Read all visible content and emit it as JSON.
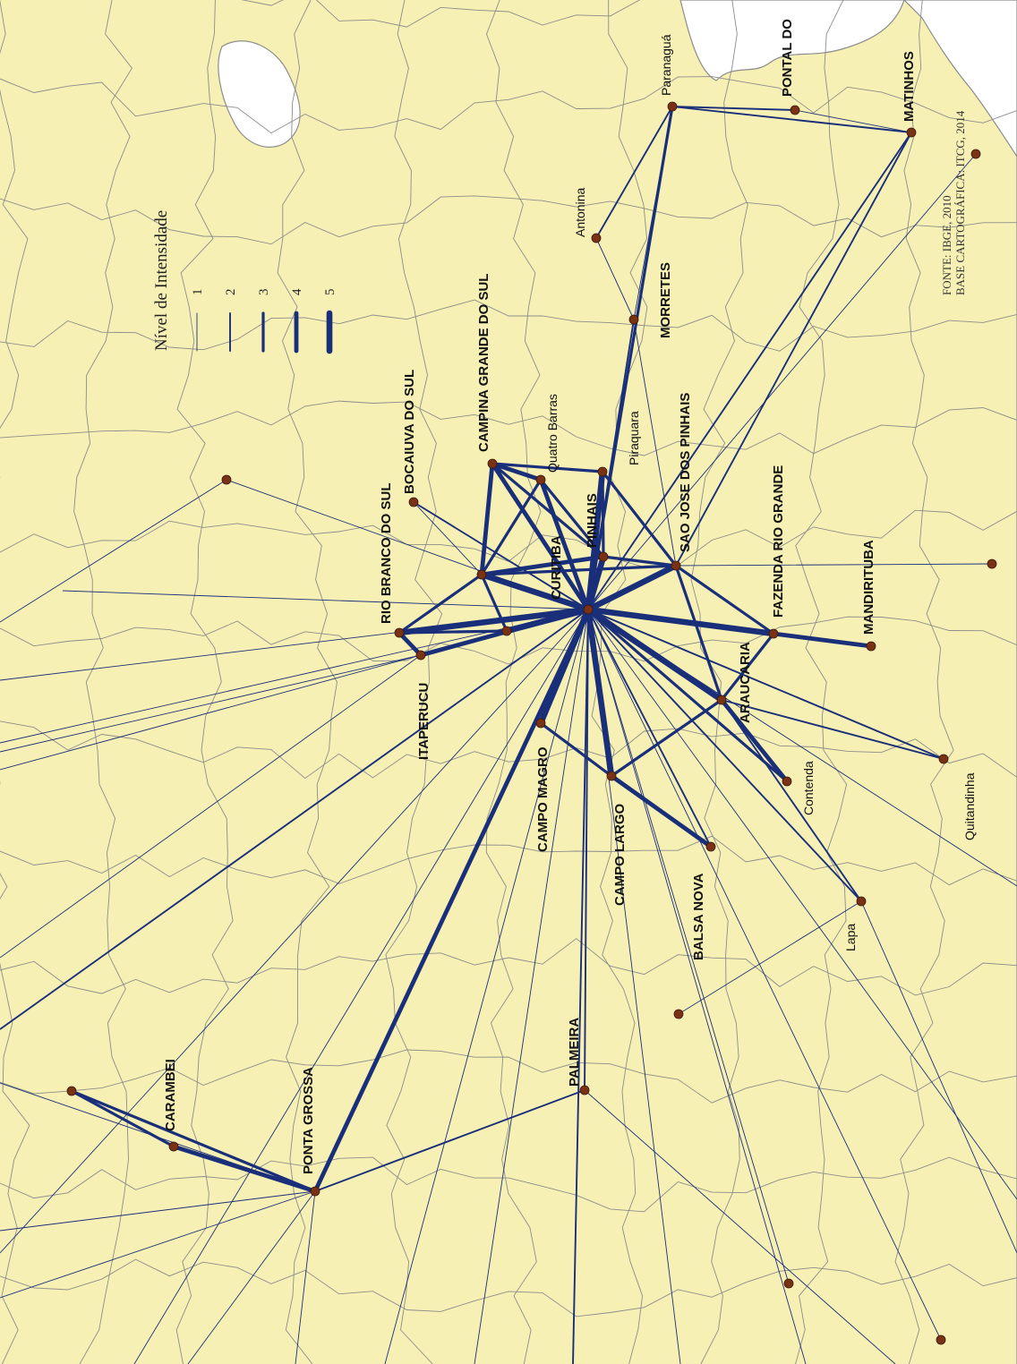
{
  "map": {
    "colors": {
      "land": "#f7f0b4",
      "water": "#ffffff",
      "border": "#8c8c8c",
      "flow": "#1a2f7a",
      "node": "#7a3214"
    },
    "legend": {
      "title": "Nível de Intensidade",
      "levels": [
        "1",
        "2",
        "3",
        "4",
        "5"
      ]
    },
    "source": {
      "line1": "FONTE: IBGE, 2010",
      "line2": "BASE CARTOGRÁFICA: ITCG, 2014"
    },
    "cities": [
      {
        "id": "curitiba",
        "label": "CURITIBA"
      },
      {
        "id": "pinhais",
        "label": "PINHAIS"
      },
      {
        "id": "piraquara",
        "label": "Piraquara"
      },
      {
        "id": "quatro-barras",
        "label": "Quatro Barras"
      },
      {
        "id": "campina-grande",
        "label": "CAMPINA GRANDE DO SUL"
      },
      {
        "id": "bocaiuva",
        "label": "BOCAIUVA DO SUL"
      },
      {
        "id": "rio-branco",
        "label": "RIO BRANCO DO SUL"
      },
      {
        "id": "itaperucu",
        "label": "ITAPERUCU"
      },
      {
        "id": "campo-magro",
        "label": "CAMPO MAGRO"
      },
      {
        "id": "campo-largo",
        "label": "CAMPO LARGO"
      },
      {
        "id": "balsa-nova",
        "label": "BALSA NOVA"
      },
      {
        "id": "araucaria",
        "label": "ARAUCARIA"
      },
      {
        "id": "contenda",
        "label": "Contenda"
      },
      {
        "id": "fazenda-rio-grande",
        "label": "FAZENDA RIO GRANDE"
      },
      {
        "id": "mandirituba",
        "label": "MANDIRITUBA"
      },
      {
        "id": "quitandinha",
        "label": "Quitandinha"
      },
      {
        "id": "lapa",
        "label": "Lapa"
      },
      {
        "id": "sao-jose",
        "label": "SAO JOSE DOS PINHAIS"
      },
      {
        "id": "morretes",
        "label": "MORRETES"
      },
      {
        "id": "antonina",
        "label": "Antonina"
      },
      {
        "id": "paranagua",
        "label": "Paranaguá"
      },
      {
        "id": "pontal",
        "label": "PONTAL DO"
      },
      {
        "id": "matinhos",
        "label": "MATINHOS"
      },
      {
        "id": "palmeira",
        "label": "PALMEIRA"
      },
      {
        "id": "ponta-grossa",
        "label": "PONTA GROSSA"
      },
      {
        "id": "carambei",
        "label": "CARAMBEI"
      },
      {
        "id": "almirante-tamandare",
        "label": ""
      },
      {
        "id": "colombo",
        "label": ""
      },
      {
        "id": "n-cerro-azul",
        "label": ""
      },
      {
        "id": "n-tunas",
        "label": ""
      },
      {
        "id": "n-guaratuba",
        "label": ""
      },
      {
        "id": "n-porto-amazonas",
        "label": ""
      },
      {
        "id": "n-castro",
        "label": ""
      },
      {
        "id": "n-south-1",
        "label": ""
      },
      {
        "id": "n-south-2",
        "label": ""
      }
    ],
    "flows": [
      [
        "curitiba",
        "rio-branco",
        5
      ],
      [
        "curitiba",
        "itaperucu",
        4
      ],
      [
        "curitiba",
        "campo-magro",
        5
      ],
      [
        "curitiba",
        "campo-largo",
        5
      ],
      [
        "curitiba",
        "araucaria",
        5
      ],
      [
        "curitiba",
        "fazenda-rio-grande",
        5
      ],
      [
        "curitiba",
        "sao-jose",
        5
      ],
      [
        "curitiba",
        "pinhais",
        5
      ],
      [
        "curitiba",
        "piraquara",
        5
      ],
      [
        "curitiba",
        "quatro-barras",
        4
      ],
      [
        "curitiba",
        "campina-grande",
        4
      ],
      [
        "curitiba",
        "colombo",
        5
      ],
      [
        "curitiba",
        "almirante-tamandare",
        5
      ],
      [
        "curitiba",
        "ponta-grossa",
        4
      ],
      [
        "curitiba",
        "mandirituba",
        3
      ],
      [
        "curitiba",
        "contenda",
        3
      ],
      [
        "curitiba",
        "balsa-nova",
        2
      ],
      [
        "curitiba",
        "bocaiuva",
        2
      ],
      [
        "curitiba",
        "paranagua",
        3
      ],
      [
        "curitiba",
        "morretes",
        2
      ],
      [
        "curitiba",
        "lapa",
        2
      ],
      [
        "curitiba",
        "palmeira",
        2
      ],
      [
        "curitiba",
        "quitandinha",
        2
      ],
      [
        "curitiba",
        "matinhos",
        2
      ],
      [
        "colombo",
        "campina-grande",
        4
      ],
      [
        "colombo",
        "pinhais",
        4
      ],
      [
        "colombo",
        "quatro-barras",
        3
      ],
      [
        "colombo",
        "rio-branco",
        3
      ],
      [
        "colombo",
        "almirante-tamandare",
        3
      ],
      [
        "colombo",
        "sao-jose",
        3
      ],
      [
        "pinhais",
        "sao-jose",
        3
      ],
      [
        "pinhais",
        "piraquara",
        3
      ],
      [
        "piraquara",
        "sao-jose",
        3
      ],
      [
        "quatro-barras",
        "campina-grande",
        4
      ],
      [
        "campina-grande",
        "piraquara",
        3
      ],
      [
        "quatro-barras",
        "pinhais",
        3
      ],
      [
        "campina-grande",
        "pinhais",
        3
      ],
      [
        "rio-branco",
        "itaperucu",
        4
      ],
      [
        "rio-branco",
        "almirante-tamandare",
        3
      ],
      [
        "sao-jose",
        "fazenda-rio-grande",
        3
      ],
      [
        "sao-jose",
        "araucaria",
        3
      ],
      [
        "sao-jose",
        "morretes",
        1
      ],
      [
        "fazenda-rio-grande",
        "mandirituba",
        4
      ],
      [
        "fazenda-rio-grande",
        "araucaria",
        3
      ],
      [
        "araucaria",
        "contenda",
        4
      ],
      [
        "araucaria",
        "campo-largo",
        3
      ],
      [
        "araucaria",
        "quitandinha",
        2
      ],
      [
        "araucaria",
        "lapa",
        2
      ],
      [
        "campo-largo",
        "balsa-nova",
        4
      ],
      [
        "campo-largo",
        "campo-magro",
        3
      ],
      [
        "ponta-grossa",
        "carambei",
        4
      ],
      [
        "ponta-grossa",
        "n-castro",
        3
      ],
      [
        "carambei",
        "n-castro",
        3
      ],
      [
        "ponta-grossa",
        "palmeira",
        2
      ],
      [
        "paranagua",
        "matinhos",
        2
      ],
      [
        "paranagua",
        "pontal",
        2
      ],
      [
        "paranagua",
        "antonina",
        2
      ],
      [
        "paranagua",
        "morretes",
        1
      ],
      [
        "pontal",
        "matinhos",
        1
      ],
      [
        "matinhos",
        "sao-jose",
        2
      ],
      [
        "antonina",
        "morretes",
        1
      ],
      [
        "bocaiuva",
        "colombo",
        1
      ],
      [
        "lapa",
        "n-porto-amazonas",
        1
      ],
      [
        "sao-jose",
        "n-tunas",
        1
      ],
      [
        "n-cerro-azul",
        "curitiba",
        1
      ],
      [
        "n-guaratuba",
        "curitiba",
        1
      ],
      [
        "n-south-1",
        "curitiba",
        1
      ],
      [
        "n-south-2",
        "curitiba",
        1
      ]
    ]
  }
}
